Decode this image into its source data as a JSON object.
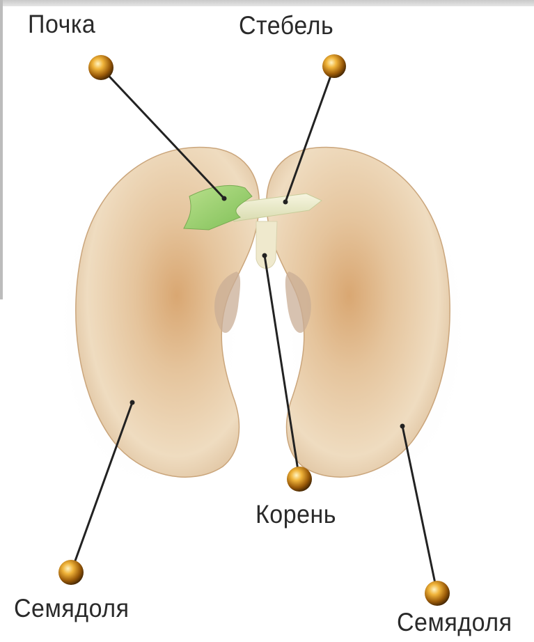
{
  "labels": {
    "bud": "Почка",
    "stem": "Стебель",
    "root": "Корень",
    "cotyledon_left": "Семядоля",
    "cotyledon_right": "Семядоля"
  },
  "colors": {
    "seed": "#e2c7a3",
    "seed_shadow": "#c99d6a",
    "bud_green": "#9ccf6f",
    "stem_pale": "#eef0cf",
    "root_pale": "#f1ead0",
    "leader_line": "#222222",
    "pin_gold": "#d4901a"
  }
}
